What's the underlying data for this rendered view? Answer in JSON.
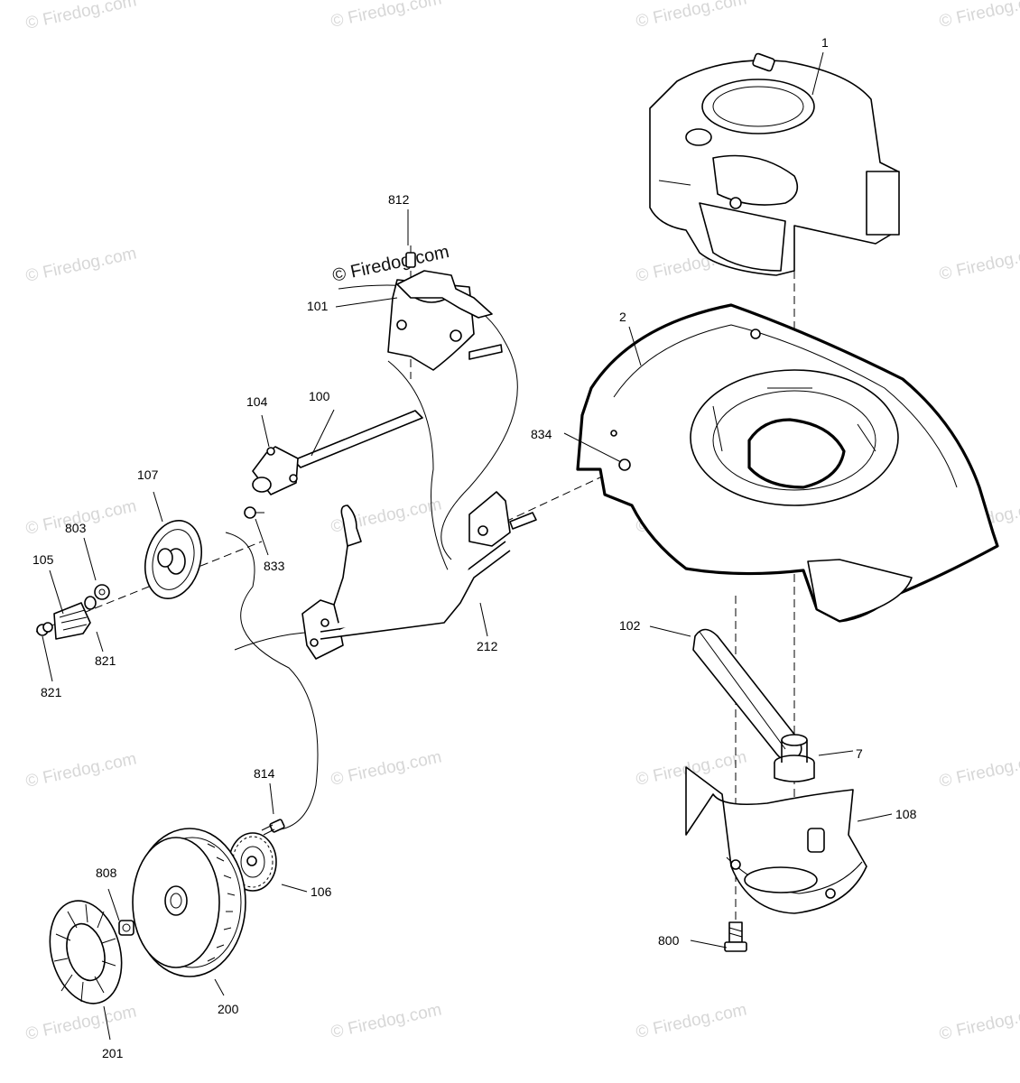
{
  "watermark": {
    "text": "© Firedog.com",
    "center_text": "© Firedog.com"
  },
  "callouts": {
    "p1": "1",
    "p2": "2",
    "p7": "7",
    "p100": "100",
    "p101": "101",
    "p102": "102",
    "p104": "104",
    "p105": "105",
    "p106": "106",
    "p107": "107",
    "p108": "108",
    "p200": "200",
    "p201": "201",
    "p212": "212",
    "p800": "800",
    "p803": "803",
    "p808": "808",
    "p812": "812",
    "p814": "814",
    "p821a": "821",
    "p821b": "821",
    "p833": "833",
    "p834": "834"
  },
  "parts": [
    {
      "callout": "1",
      "icon": "engine-icon"
    },
    {
      "callout": "2",
      "icon": "mower-deck-icon"
    },
    {
      "callout": "7",
      "icon": "blade-adapter-icon"
    },
    {
      "callout": "100",
      "icon": "drive-shaft-icon"
    },
    {
      "callout": "101",
      "icon": "bracket-icon"
    },
    {
      "callout": "102",
      "icon": "blade-icon"
    },
    {
      "callout": "104",
      "icon": "bearing-bracket-icon"
    },
    {
      "callout": "105",
      "icon": "pinion-gear-icon"
    },
    {
      "callout": "106",
      "icon": "wheel-gear-icon"
    },
    {
      "callout": "107",
      "icon": "pulley-icon"
    },
    {
      "callout": "108",
      "icon": "baffle-icon"
    },
    {
      "callout": "200",
      "icon": "wheel-icon"
    },
    {
      "callout": "201",
      "icon": "hubcap-icon"
    },
    {
      "callout": "212",
      "icon": "drive-lever-icon"
    }
  ]
}
